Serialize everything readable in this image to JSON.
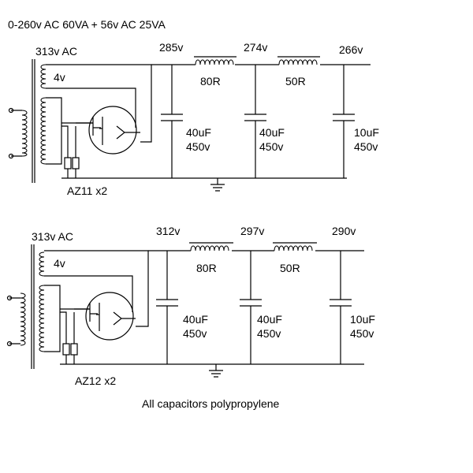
{
  "header": "0-260v AC  60VA   + 56v AC 25VA",
  "footer": "All capacitors polypropylene",
  "circuits": [
    {
      "secondary": "313v AC",
      "heater": "4v",
      "rectifier": "AZ11 x2",
      "voltages": [
        "285v",
        "274v",
        "266v"
      ],
      "chokes": [
        "80R",
        "50R"
      ],
      "caps": [
        {
          "value": "40uF",
          "rating": "450v"
        },
        {
          "value": "40uF",
          "rating": "450v"
        },
        {
          "value": "10uF",
          "rating": "450v"
        }
      ]
    },
    {
      "secondary": "313v AC",
      "heater": "4v",
      "rectifier": "AZ12 x2",
      "voltages": [
        "312v",
        "297v",
        "290v"
      ],
      "chokes": [
        "80R",
        "50R"
      ],
      "caps": [
        {
          "value": "40uF",
          "rating": "450v"
        },
        {
          "value": "40uF",
          "rating": "450v"
        },
        {
          "value": "10uF",
          "rating": "450v"
        }
      ]
    }
  ]
}
